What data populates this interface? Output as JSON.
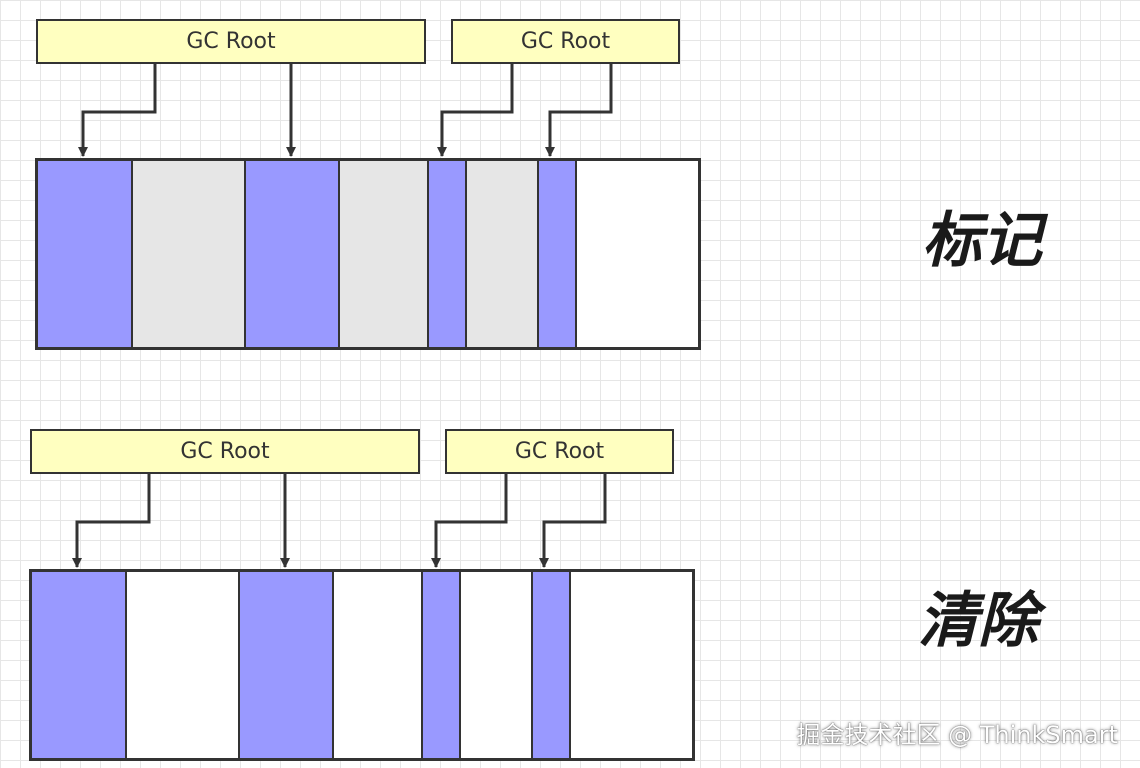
{
  "panels": [
    {
      "label": "标记",
      "roots": [
        "GC Root",
        "GC Root"
      ],
      "segments": [
        "live",
        "dead",
        "live",
        "dead",
        "live",
        "dead",
        "live",
        "free"
      ]
    },
    {
      "label": "清除",
      "roots": [
        "GC Root",
        "GC Root"
      ],
      "segments": [
        "live",
        "free",
        "live",
        "free",
        "live",
        "free",
        "live",
        "free"
      ]
    }
  ],
  "legend": {
    "live_color": "#9999ff",
    "dead_color": "#e6e6e6",
    "free_color": "#ffffff",
    "root_fill": "#ffffc0"
  },
  "watermark": "掘金技术社区 @ ThinkSmart"
}
